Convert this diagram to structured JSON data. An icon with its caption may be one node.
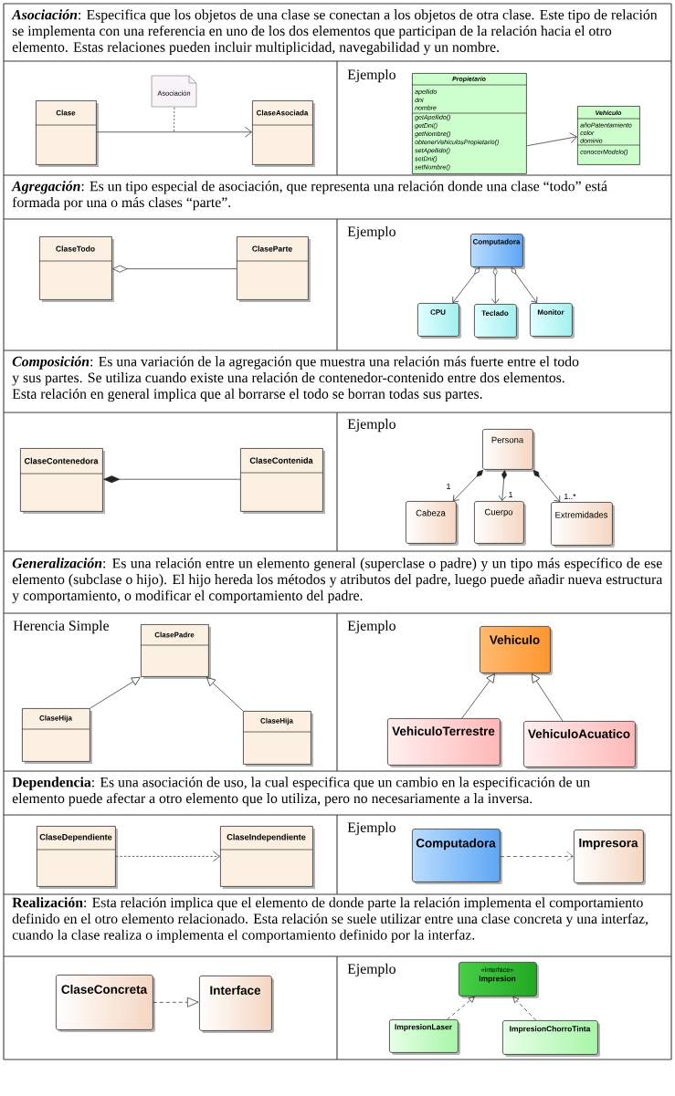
{
  "diagram": {
    "nodes": [
      {
        "text": [
          "Clase"
        ]
      },
      {
        "text": [
          "Asociación"
        ]
      },
      {
        "text": [
          "ClaseAsociada"
        ]
      },
      {
        "text": [
          "Propietario",
          "apellido",
          "dni",
          "nombre",
          "getApellido()",
          "getDni()",
          "getNombre()",
          "obtenerVehiculosPropietario()",
          "setApellido()",
          "setDni()",
          "setNombre()"
        ]
      },
      {
        "text": [
          "Vehiculo",
          "añoPatentamiento",
          "color",
          "dominio",
          "conocerModelo()"
        ]
      },
      {
        "text": [
          "ClaseTodo"
        ]
      },
      {
        "text": [
          "ClaseParte"
        ]
      },
      {
        "text": [
          "Computadora"
        ]
      },
      {
        "text": [
          "CPU"
        ]
      },
      {
        "text": [
          "Teclado"
        ]
      },
      {
        "text": [
          "Monitor"
        ]
      },
      {
        "text": [
          "ClaseContenedora"
        ]
      },
      {
        "text": [
          "ClaseContenida"
        ]
      },
      {
        "text": [
          "Persona"
        ]
      },
      {
        "text": [
          "Cabeza"
        ]
      },
      {
        "text": [
          "Cuerpo"
        ]
      },
      {
        "text": [
          "Extremidades"
        ]
      },
      {
        "text": [
          "ClasePadre"
        ]
      },
      {
        "text": [
          "ClaseHija"
        ]
      },
      {
        "text": [
          "ClaseHija"
        ]
      },
      {
        "text": [
          "Vehiculo"
        ]
      },
      {
        "text": [
          "VehiculoTerrestre"
        ]
      },
      {
        "text": [
          "VehiculoAcuatico"
        ]
      },
      {
        "text": [
          "ClaseDependiente"
        ]
      },
      {
        "text": [
          "ClaseIndependiente"
        ]
      },
      {
        "text": [
          "Computadora"
        ]
      },
      {
        "text": [
          "Impresora"
        ]
      },
      {
        "text": [
          "ClaseConcreta"
        ]
      },
      {
        "text": [
          "Interface"
        ]
      },
      {
        "text": [
          "«interface»",
          "Impresion"
        ]
      },
      {
        "text": [
          "ImpresionLaser"
        ]
      },
      {
        "text": [
          "ImpresionChorroTinta"
        ]
      }
    ],
    "edges": [
      {
        "from": 0,
        "to": 2,
        "arrow": "to"
      },
      {
        "from": 1,
        "to": null,
        "arrow": "none",
        "style": "dashed"
      },
      {
        "from": 3,
        "to": 4,
        "arrow": "to"
      },
      {
        "from": 6,
        "to": 5,
        "arrow": "other"
      },
      {
        "from": 7,
        "to": 8,
        "arrow": "to"
      },
      {
        "from": 7,
        "to": 9,
        "arrow": "to"
      },
      {
        "from": 7,
        "to": 10,
        "arrow": "to"
      },
      {
        "from": 12,
        "to": 11,
        "arrow": "other"
      },
      {
        "from": 13,
        "to": 14,
        "arrow": "to",
        "label": "1"
      },
      {
        "from": 13,
        "to": 15,
        "arrow": "to",
        "label": "1"
      },
      {
        "from": 13,
        "to": 16,
        "arrow": "to",
        "label": "1..*"
      },
      {
        "from": 18,
        "to": 17,
        "arrow": "to"
      },
      {
        "from": 19,
        "to": 17,
        "arrow": "to"
      },
      {
        "from": 21,
        "to": 20,
        "arrow": "to"
      },
      {
        "from": 22,
        "to": 20,
        "arrow": "to"
      },
      {
        "from": 23,
        "to": 24,
        "arrow": "to",
        "style": "dashed"
      },
      {
        "from": 25,
        "to": 26,
        "arrow": "to",
        "style": "dashed",
        "color": "#707070"
      },
      {
        "from": 27,
        "to": 28,
        "arrow": "to",
        "style": "dashed"
      },
      {
        "from": 30,
        "to": 29,
        "arrow": "to",
        "style": "dashed"
      },
      {
        "from": 31,
        "to": 29,
        "arrow": "to",
        "style": "dashed"
      }
    ],
    "labels": [
      "**Asociación**: Especifica que los objetos de una clase se conectan a los objetos de otra clase. Este tipo de relación se implementa con una referencia en uno de los dos elementos que participan de la relación hacia el otro elemento. Estas relaciones pueden incluir multiplicidad, navegabilidad y un nombre.",
      "Ejemplo",
      "**Agregación**: Es un tipo especial de asociación, que representa una relación donde una clase “todo” está formada por una o más clases “parte”.",
      "Ejemplo",
      "**Composición**: Es una variación de la agregación que muestra una relación más fuerte entre el todo y sus partes. Se utiliza cuando existe una relación de contenedor-contenido entre dos elementos. Esta relación en general implica que al borrarse el todo se borran todas sus partes.",
      "Ejemplo",
      "**Generalización**: Es una relación entre un elemento general (superclase o padre) y un tipo más específico de ese elemento (subclase o hijo). El hijo hereda los métodos y atributos del padre, luego puede añadir nueva estructura y comportamiento, o modificar el comportamiento del padre.",
      "Herencia Simple",
      "Ejemplo",
      "**Dependencia**: Es una asociación de uso, la cual especifica que un cambio en la especificación de un elemento puede afectar a otro elemento que lo utiliza, pero no necesariamente a la inversa.",
      "Ejemplo",
      "**Realización**: Esta relación implica que el elemento de donde parte la relación implementa el comportamiento definido en el otro elemento relacionado. Esta relación se suele utilizar entre una clase concreta y una interfaz, cuando la clase realiza o implementa el comportamiento definido por la interfaz.",
      "Ejemplo"
    ]
  }
}
